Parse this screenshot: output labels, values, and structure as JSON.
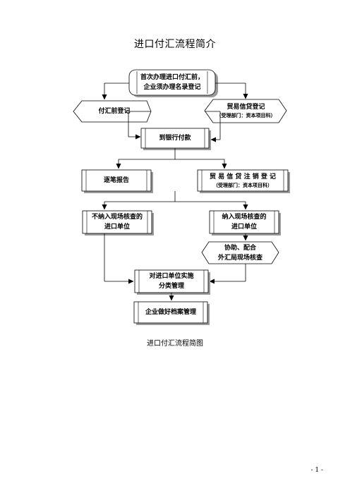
{
  "title": "进口付汇流程简介",
  "caption": "进口付汇流程简图",
  "page_number": "- 1 -",
  "nodes": {
    "first_time": {
      "line1": "首次办理进口付汇前，",
      "line2": "企业须办理名录登记"
    },
    "pre_payment": {
      "label": "付汇前登记"
    },
    "trade_credit": {
      "label": "贸易信贷登记",
      "sub": "（受理部门：资本项目科）"
    },
    "bank_payment": {
      "label": "到银行付款"
    },
    "per_transaction": {
      "label": "逐笔报告"
    },
    "trade_credit_cancel": {
      "label": "贸 易 信 贷 注 销 登 记",
      "sub": "（受理部门：资本项目科）"
    },
    "not_included": {
      "line1": "不纳入现场核查的",
      "line2": "进口单位"
    },
    "included": {
      "line1": "纳入现场核查的",
      "line2": "进口单位"
    },
    "assist": {
      "line1": "协助、配合",
      "line2": "外汇局现场核查"
    },
    "classify": {
      "line1": "对进口单位实施",
      "line2": "分类管理"
    },
    "archive": {
      "label": "企业做好档案管理"
    }
  }
}
